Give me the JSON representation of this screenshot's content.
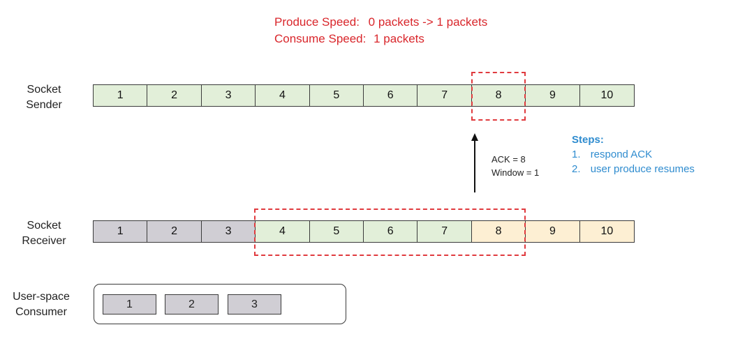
{
  "speed": {
    "produce_label": "Produce Speed:",
    "produce_value": "0 packets -> 1 packets",
    "consume_label": "Consume Speed:",
    "consume_value": "1 packets"
  },
  "sender": {
    "label_line1": "Socket",
    "label_line2": "Sender",
    "cells": [
      "1",
      "2",
      "3",
      "4",
      "5",
      "6",
      "7",
      "8",
      "9",
      "10"
    ]
  },
  "ack": {
    "line1": "ACK = 8",
    "line2": "Window = 1"
  },
  "steps": {
    "title": "Steps:",
    "items": [
      {
        "num": "1.",
        "text": "respond ACK"
      },
      {
        "num": "2.",
        "text": "user produce resumes"
      }
    ]
  },
  "receiver": {
    "label_line1": "Socket",
    "label_line2": "Receiver",
    "cells": [
      "1",
      "2",
      "3",
      "4",
      "5",
      "6",
      "7",
      "8",
      "9",
      "10"
    ]
  },
  "consumer": {
    "label_line1": "User-space",
    "label_line2": "Consumer",
    "cells": [
      "1",
      "2",
      "3"
    ]
  },
  "colors": {
    "green": "#e2efd9",
    "gray": "#d0ced4",
    "peach": "#fdefd3",
    "highlight_red": "#e03a3e",
    "steps_blue": "#2f8ccf"
  }
}
